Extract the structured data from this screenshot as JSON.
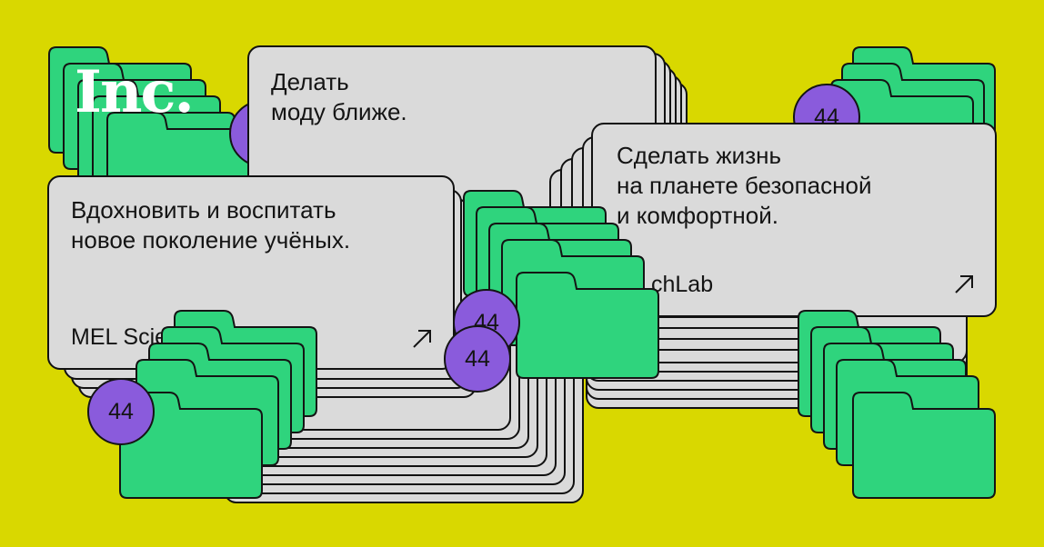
{
  "brand": {
    "logo_text": "Inc."
  },
  "cards": {
    "fashion": {
      "text": "Делать\nмоду ближе."
    },
    "planet": {
      "text": "Сделать жизнь\nна планете безопасной\nи комфортной.",
      "source": "chLab"
    },
    "science": {
      "text": "Вдохновить и воспитать\nновое поколение учёных.",
      "source": "MEL Scie"
    }
  },
  "badges": [
    "44",
    "44",
    "44",
    "44"
  ],
  "colors": {
    "background": "#d9d800",
    "card": "#dadada",
    "folder_green": "#2fd47d",
    "badge_purple": "#8a5bdc",
    "outline": "#141414"
  },
  "icons": {
    "card_arrow": "arrow-up-right-icon",
    "folder": "folder-icon"
  }
}
